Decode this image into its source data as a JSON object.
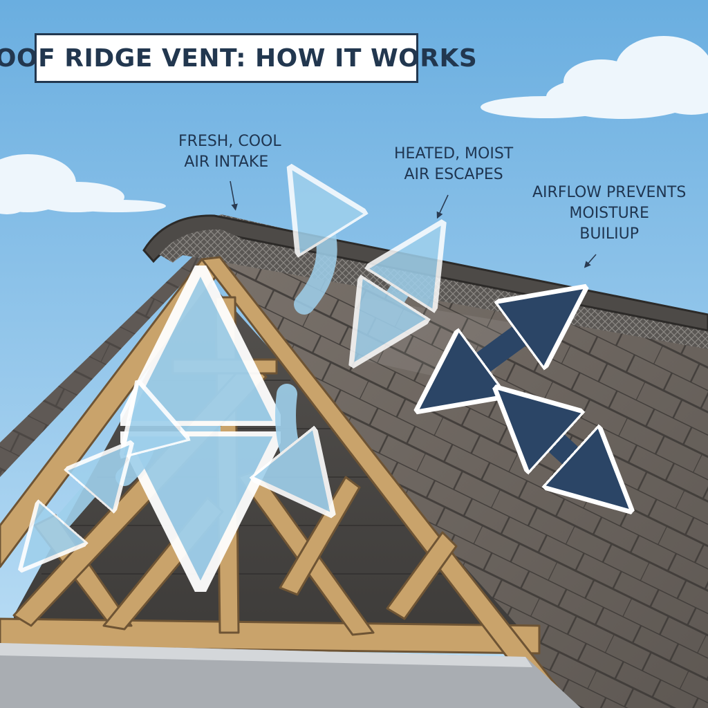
{
  "title": "ROOF RIDGE VENT: HOW IT WORKS",
  "callouts": {
    "intake": [
      "FRESH, COOL",
      "AIR INTAKE"
    ],
    "escape": [
      "HEATED, MOIST",
      "AIR ESCAPES"
    ],
    "moisture": [
      "AIRFLOW PREVENTS",
      "MOISTURE",
      "BUILIUP"
    ]
  },
  "colors": {
    "sky_top": "#6aaee0",
    "sky_bottom": "#bfe0f6",
    "shingle": "#6b645e",
    "shingle_dark": "#3a3836",
    "wood": "#c9a36b",
    "wood_edge": "#6e5434",
    "attic_airflow": "#9fd0ec",
    "outside_airflow": "#2b4566",
    "title_ink": "#22374f"
  }
}
